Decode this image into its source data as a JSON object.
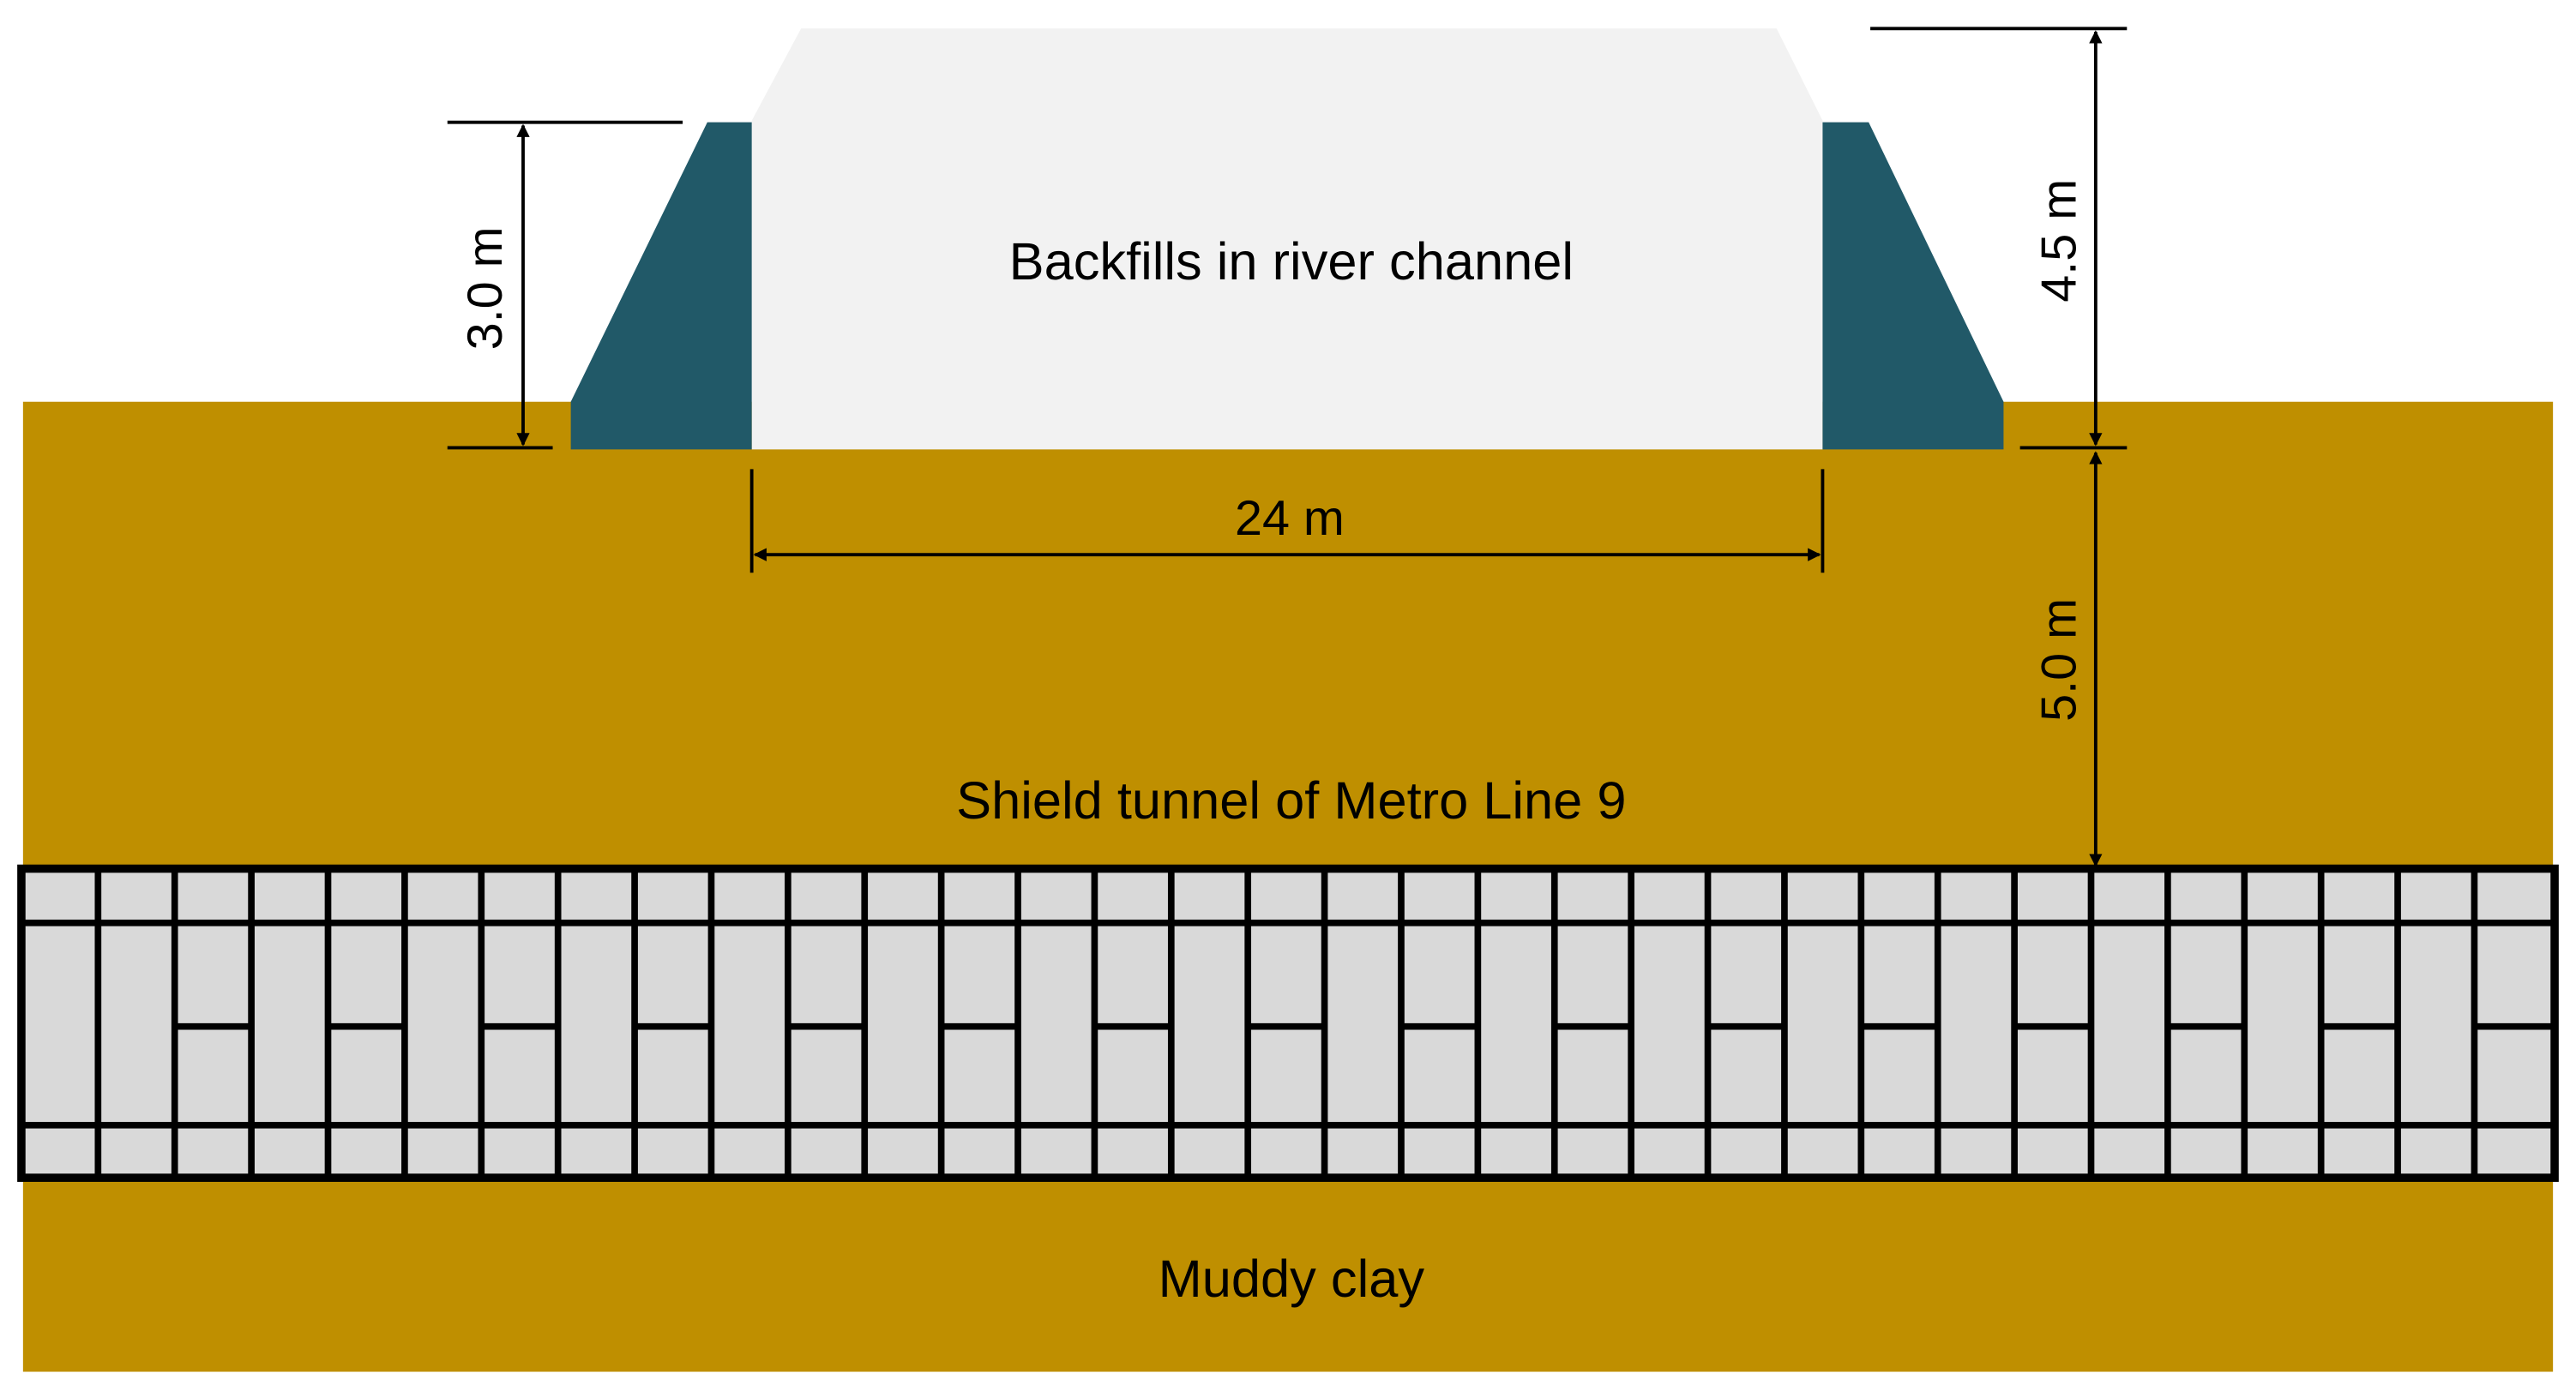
{
  "colors": {
    "soil": "#BF8F00",
    "dike": "#215968",
    "backfill": "#F2F2F2",
    "segment": "#D9D9D9",
    "lining_stroke": "#000000",
    "dimension_stroke": "#000000"
  },
  "labels": {
    "backfill": "Backfills in river channel",
    "tunnel": "Shield tunnel of Metro Line 9",
    "soil": "Muddy clay"
  },
  "dimensions": {
    "left_height": "3.0 m",
    "right_height": "4.5 m",
    "width": "24 m",
    "depth": "5.0 m"
  }
}
